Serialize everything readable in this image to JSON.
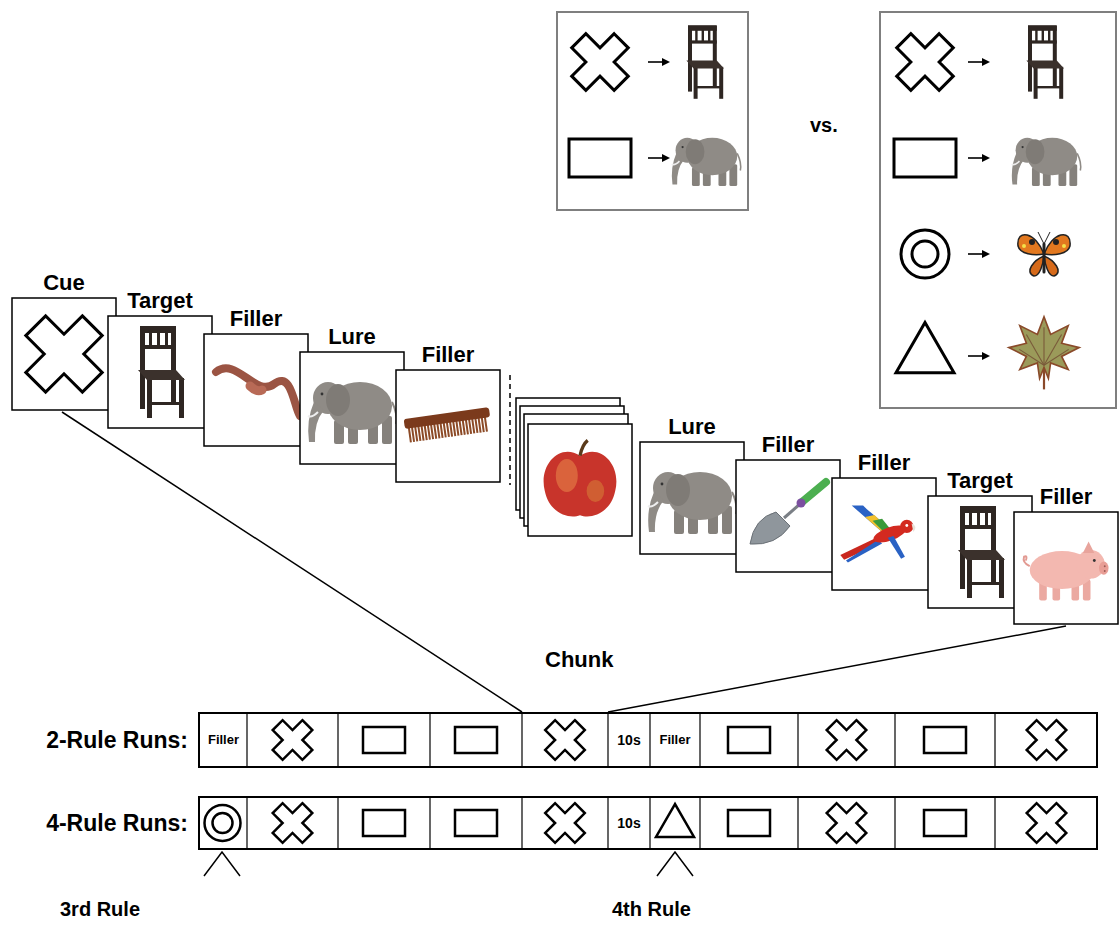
{
  "diagram": {
    "nodes": [
      {
        "text": [
          "Cue"
        ]
      },
      {
        "text": [
          "Target"
        ]
      },
      {
        "text": [
          "Filler"
        ]
      },
      {
        "text": [
          "Lure"
        ]
      },
      {
        "text": [
          "Filler"
        ]
      },
      {
        "text": [
          "Lure"
        ]
      },
      {
        "text": [
          "Filler"
        ]
      },
      {
        "text": [
          "Filler"
        ]
      },
      {
        "text": [
          "Target"
        ]
      },
      {
        "text": [
          "Filler"
        ]
      },
      {
        "text": [
          "2-Rule Runs:"
        ]
      },
      {
        "text": [
          "Filler"
        ],
        "in": 10
      },
      {
        "text": [
          "10s"
        ],
        "in": 10
      },
      {
        "text": [
          "Filler"
        ],
        "in": 10
      },
      {
        "text": [
          "4-Rule Runs:"
        ]
      },
      {
        "text": [
          "10s"
        ],
        "in": 14
      }
    ],
    "labels": [
      "vs.",
      "Chunk",
      "3rd Rule",
      "4th Rule"
    ]
  }
}
